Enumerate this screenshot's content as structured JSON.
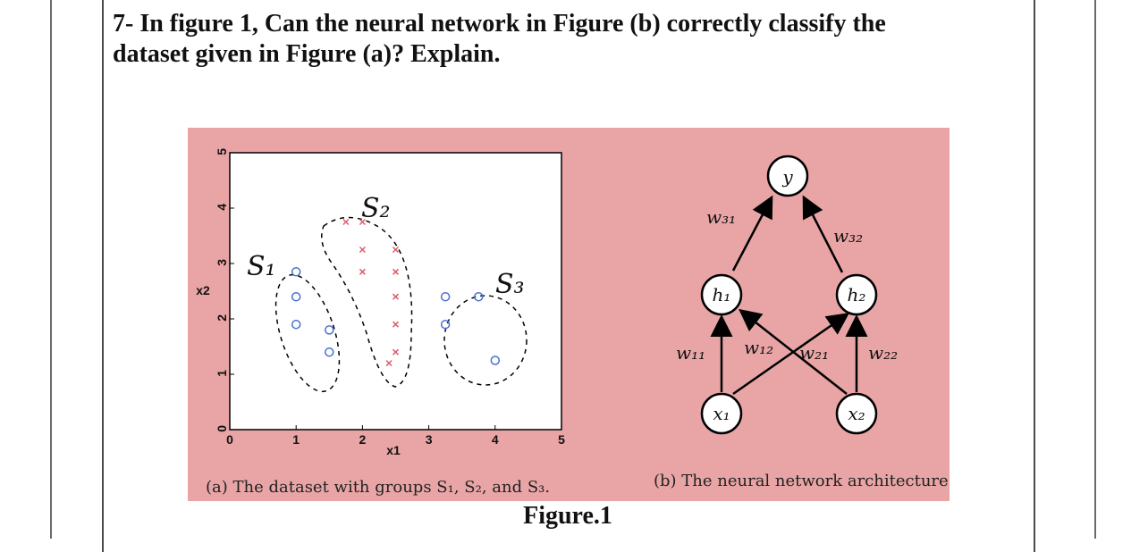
{
  "question": {
    "line1": "7- In figure 1, Can the neural network in Figure (b) correctly classify the",
    "line2": "dataset given in Figure (a)? Explain."
  },
  "figure_a": {
    "caption": "(a) The dataset with groups S₁, S₂, and S₃.",
    "xlabel": "x1",
    "ylabel": "x2",
    "x_ticks": [
      "0",
      "1",
      "2",
      "3",
      "4",
      "5"
    ],
    "y_ticks": [
      "0",
      "1",
      "2",
      "3",
      "4",
      "5"
    ],
    "group_labels": [
      "S₁",
      "S₂",
      "S₃"
    ]
  },
  "figure_b": {
    "caption": "(b) The neural network architecture",
    "nodes": {
      "y": "y",
      "h1": "h₁",
      "h2": "h₂",
      "x1": "x₁",
      "x2": "x₂"
    },
    "weights": {
      "w31": "w₃₁",
      "w32": "w₃₂",
      "w11": "w₁₁",
      "w12": "w₁₂",
      "w21": "w₂₁",
      "w22": "w₂₂"
    }
  },
  "figure_label": "Figure.1",
  "chart_data": {
    "type": "scatter",
    "xlim": [
      0,
      5
    ],
    "ylim": [
      0,
      5
    ],
    "xlabel": "x1",
    "ylabel": "x2",
    "grid": false,
    "series": [
      {
        "marker": "o",
        "color": "#4a6fd0",
        "points": [
          [
            1,
            2.85
          ],
          [
            1,
            2.4
          ],
          [
            1,
            1.9
          ],
          [
            1.5,
            1.8
          ],
          [
            1.5,
            1.4
          ]
        ]
      },
      {
        "marker": "x",
        "color": "#e05a6a",
        "points": [
          [
            1.75,
            3.75
          ],
          [
            2,
            3.75
          ],
          [
            2,
            3.25
          ],
          [
            2.5,
            3.25
          ],
          [
            2,
            2.85
          ],
          [
            2.5,
            2.85
          ],
          [
            2.5,
            2.4
          ],
          [
            2.5,
            1.9
          ],
          [
            2.5,
            1.4
          ],
          [
            2.4,
            1.2
          ]
        ]
      },
      {
        "marker": "o",
        "color": "#4a6fd0",
        "points": [
          [
            3.25,
            2.4
          ],
          [
            3.75,
            2.4
          ],
          [
            3.25,
            1.9
          ],
          [
            4,
            1.25
          ]
        ]
      }
    ]
  }
}
